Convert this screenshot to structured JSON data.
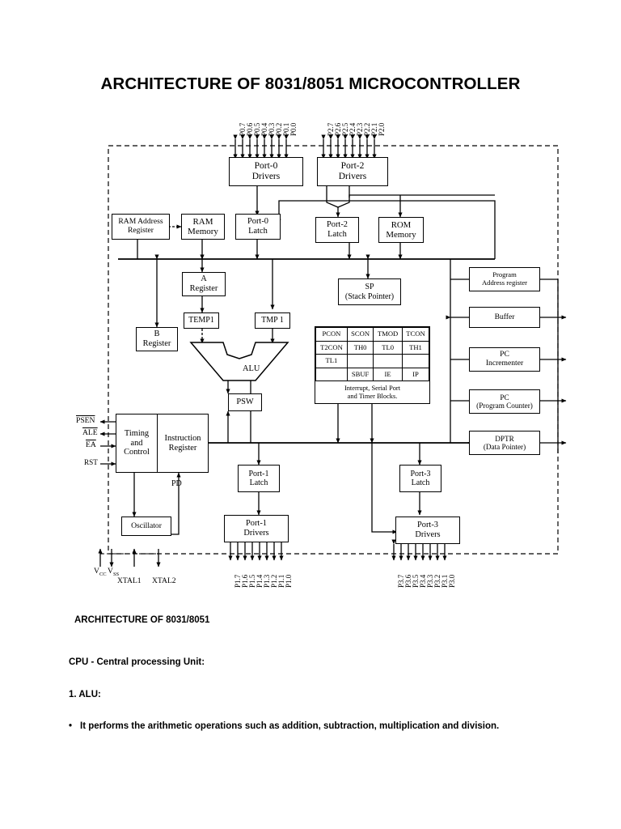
{
  "document": {
    "title": "ARCHITECTURE OF 8031/8051 MICROCONTROLLER"
  },
  "diagram": {
    "blocks": {
      "port0_drivers": {
        "l1": "Port-0",
        "l2": "Drivers"
      },
      "port2_drivers": {
        "l1": "Port-2",
        "l2": "Drivers"
      },
      "ram_addr_reg": {
        "l1": "RAM Address",
        "l2": "Register"
      },
      "ram_memory": {
        "l1": "RAM",
        "l2": "Memory"
      },
      "port0_latch": {
        "l1": "Port-0",
        "l2": "Latch"
      },
      "port2_latch": {
        "l1": "Port-2",
        "l2": "Latch"
      },
      "rom_memory": {
        "l1": "ROM",
        "l2": "Memory"
      },
      "a_register": {
        "l1": "A",
        "l2": "Register"
      },
      "b_register": {
        "l1": "B",
        "l2": "Register"
      },
      "temp1": {
        "l1": "TEMP1",
        "l2": ""
      },
      "tmp1": {
        "l1": "TMP 1",
        "l2": ""
      },
      "alu": {
        "l1": "ALU",
        "l2": ""
      },
      "psw": {
        "l1": "PSW",
        "l2": ""
      },
      "sp": {
        "l1": "SP",
        "l2": "(Stack Pointer)"
      },
      "prog_addr_reg": {
        "l1": "Program",
        "l2": "Address register"
      },
      "buffer": {
        "l1": "Buffer",
        "l2": ""
      },
      "pc_incrementer": {
        "l1": "PC",
        "l2": "Incrementer"
      },
      "pc": {
        "l1": "PC",
        "l2": "(Program Counter)"
      },
      "dptr": {
        "l1": "DPTR",
        "l2": "(Data Pointer)"
      },
      "timing_control": {
        "l1": "Timing",
        "l2": "and",
        "l3": "Control"
      },
      "instr_register": {
        "l1": "Instruction",
        "l2": "Register"
      },
      "oscillator": {
        "l1": "Oscillator",
        "l2": ""
      },
      "port1_latch": {
        "l1": "Port-1",
        "l2": "Latch"
      },
      "port1_drivers": {
        "l1": "Port-1",
        "l2": "Drivers"
      },
      "port3_latch": {
        "l1": "Port-3",
        "l2": "Latch"
      },
      "port3_drivers": {
        "l1": "Port-3",
        "l2": "Drivers"
      }
    },
    "sfr_table": {
      "row1": [
        "PCON",
        "SCON",
        "TMOD",
        "TCON"
      ],
      "row2": [
        "T2CON",
        "TH0",
        "TL0",
        "TH1"
      ],
      "row3": [
        "TL1",
        "",
        "",
        ""
      ],
      "row4": [
        "",
        "SBUF",
        "IE",
        "IP"
      ],
      "footer_l1": "Interrupt, Serial Port",
      "footer_l2": "and Timer Blocks."
    },
    "labels": {
      "pd": "PD",
      "psen": "PSEN",
      "ale": "ALE",
      "ea": "EA",
      "rst": "RST",
      "vcc": "V",
      "vcc_sub": "CC",
      "vss": "V",
      "vss_sub": "SS",
      "xtal1": "XTAL1",
      "xtal2": "XTAL2"
    },
    "port_pins": {
      "port0": [
        "P0.7",
        "P0.6",
        "P0.5",
        "P0.4",
        "P0.3",
        "P0.2",
        "P0.1",
        "P0.0"
      ],
      "port2": [
        "P2.7",
        "P2.6",
        "P2.5",
        "P2.4",
        "P2.3",
        "P2.2",
        "P2.1",
        "P2.0"
      ],
      "port1": [
        "P1.7",
        "P1.6",
        "P1.5",
        "P1.4",
        "P1.3",
        "P1.2",
        "P1.1",
        "P1.0"
      ],
      "port3": [
        "P3.7",
        "P3.6",
        "P3.5",
        "P3.4",
        "P3.3",
        "P3.2",
        "P3.1",
        "P3.0"
      ]
    }
  },
  "body": {
    "heading": "ARCHITECTURE OF 8031/8051",
    "section_cpu": "CPU - Central processing Unit:",
    "section_alu": "1. ALU:",
    "bullet1": "It performs the arithmetic operations such as addition, subtraction, multiplication and division."
  }
}
